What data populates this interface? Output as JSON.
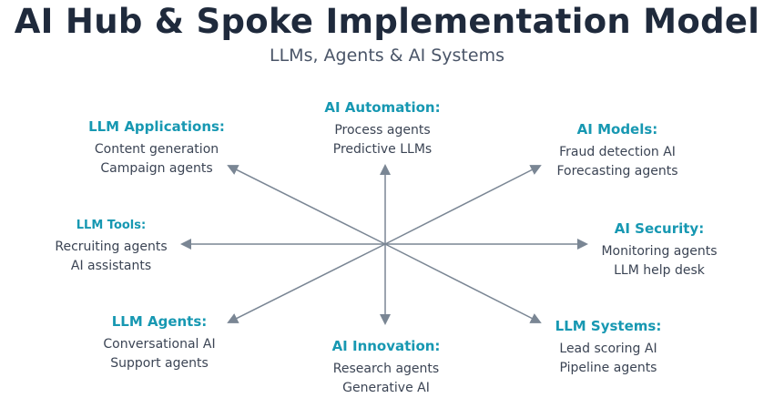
{
  "title": "AI Hub & Spoke Implementation Model",
  "subtitle": "LLMs, Agents & AI Systems",
  "colors": {
    "heading": "#1798b2",
    "text": "#3b4454",
    "spoke": "#7a8694",
    "title": "#1f2a3c"
  },
  "nodes": {
    "llm_applications": {
      "heading": "LLM Applications:",
      "items": [
        "Content generation",
        "Campaign agents"
      ]
    },
    "ai_automation": {
      "heading": "AI Automation:",
      "items": [
        "Process agents",
        "Predictive LLMs"
      ]
    },
    "ai_models": {
      "heading": "AI Models:",
      "items": [
        "Fraud detection AI",
        "Forecasting agents"
      ]
    },
    "llm_tools": {
      "heading": "LLM Tools:",
      "items": [
        "Recruiting agents",
        "AI assistants"
      ]
    },
    "ai_security": {
      "heading": "AI Security:",
      "items": [
        "Monitoring agents",
        "LLM help desk"
      ]
    },
    "llm_agents": {
      "heading": "LLM Agents:",
      "items": [
        "Conversational AI",
        "Support agents"
      ]
    },
    "ai_innovation": {
      "heading": "AI Innovation:",
      "items": [
        "Research agents",
        "Generative AI"
      ]
    },
    "llm_systems": {
      "heading": "LLM Systems:",
      "items": [
        "Lead scoring AI",
        "Pipeline agents"
      ]
    }
  }
}
